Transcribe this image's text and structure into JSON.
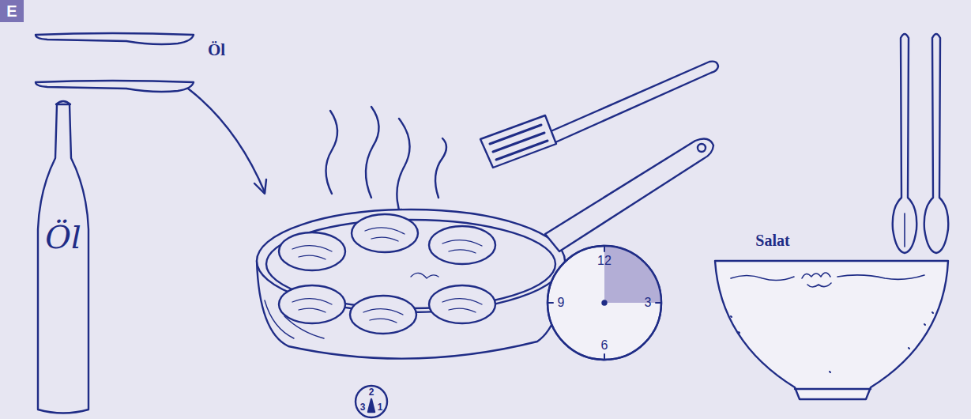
{
  "diagram": {
    "nodes": [
      {
        "text": [
          "E"
        ]
      }
    ],
    "labels": [
      "Öl",
      "Öl",
      "Salat",
      "12",
      "3",
      "6",
      "9",
      "2",
      "3",
      "1"
    ]
  }
}
